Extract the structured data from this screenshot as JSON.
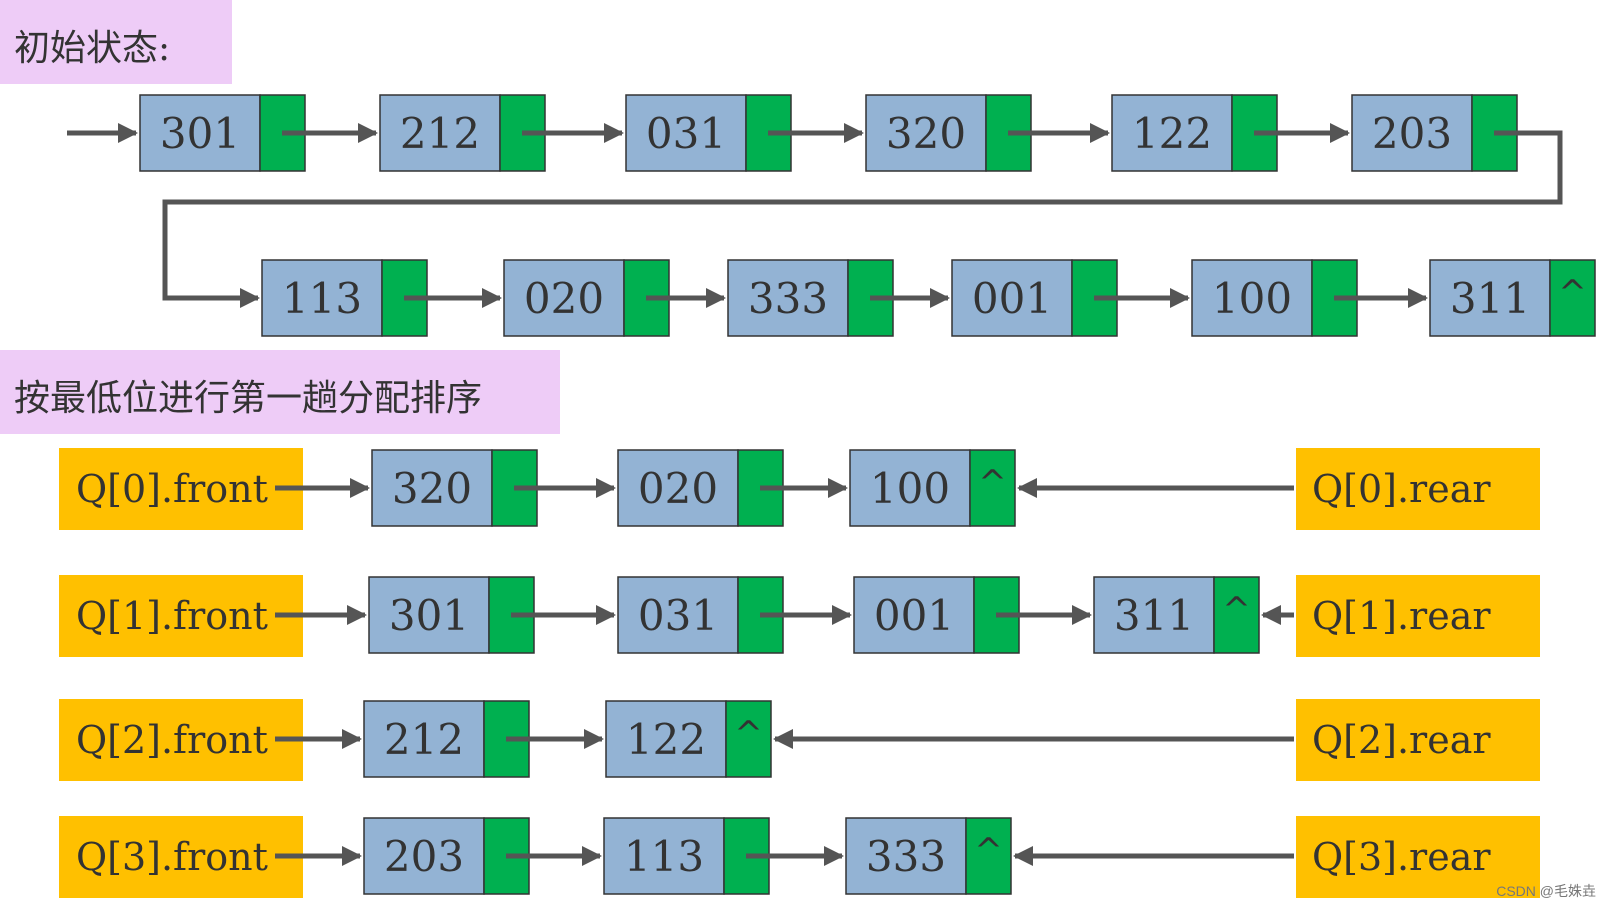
{
  "colors": {
    "value_cell": "#93B3D4",
    "pointer_cell": "#00B050",
    "label_highlight": "#EECCF7",
    "queue_label": "#FFC000",
    "arrow": "#555555",
    "border": "#333333",
    "text": "#333333",
    "watermark": "#777777"
  },
  "labels": {
    "initial_state": "初始状态:",
    "first_pass": "按最低位进行第一趟分配排序",
    "watermark": "CSDN @毛姝垚"
  },
  "null_symbol": "^",
  "initial_list": {
    "row1": [
      "301",
      "212",
      "031",
      "320",
      "122",
      "203"
    ],
    "row2": [
      "113",
      "020",
      "333",
      "001",
      "100",
      "311"
    ]
  },
  "queues": [
    {
      "front_label": "Q[0].front",
      "rear_label": "Q[0].rear",
      "nodes": [
        "320",
        "020",
        "100"
      ]
    },
    {
      "front_label": "Q[1].front",
      "rear_label": "Q[1].rear",
      "nodes": [
        "301",
        "031",
        "001",
        "311"
      ]
    },
    {
      "front_label": "Q[2].front",
      "rear_label": "Q[2].rear",
      "nodes": [
        "212",
        "122"
      ]
    },
    {
      "front_label": "Q[3].front",
      "rear_label": "Q[3].rear",
      "nodes": [
        "203",
        "113",
        "333"
      ]
    }
  ]
}
